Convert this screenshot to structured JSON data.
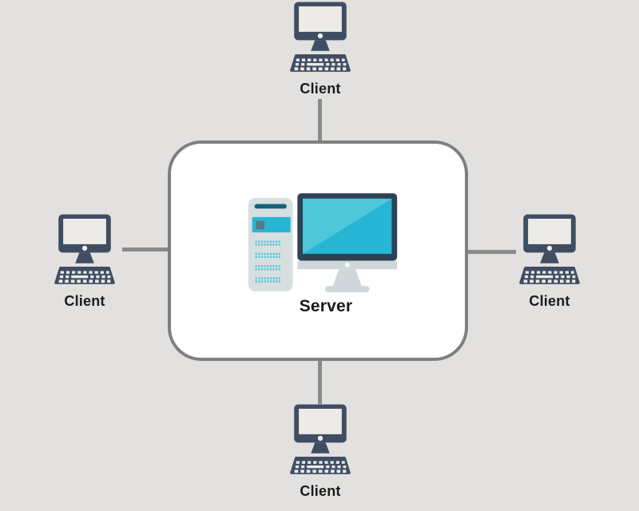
{
  "server": {
    "label": "Server",
    "icon": "server-tower-with-monitor-icon"
  },
  "clients": [
    {
      "position": "top",
      "label": "Client",
      "icon": "desktop-computer-icon"
    },
    {
      "position": "left",
      "label": "Client",
      "icon": "desktop-computer-icon"
    },
    {
      "position": "right",
      "label": "Client",
      "icon": "desktop-computer-icon"
    },
    {
      "position": "bottom",
      "label": "Client",
      "icon": "desktop-computer-icon"
    }
  ],
  "connections": [
    {
      "from": "client-top",
      "to": "server-box"
    },
    {
      "from": "client-left",
      "to": "server-box"
    },
    {
      "from": "client-right",
      "to": "server-box"
    },
    {
      "from": "client-bottom",
      "to": "server-box"
    }
  ],
  "colors": {
    "background": "#e2e1df",
    "connector": "#8a8a8a",
    "box_border": "#7f7f7f",
    "box_fill": "#ffffff",
    "label_text": "#1b1b1b",
    "client_slate": "#3f4d63",
    "client_screen": "#ecebe8",
    "server_tower_body": "#d8dfe1",
    "server_top_bar": "#17607a",
    "server_cyan": "#26b6d3",
    "server_cyan_light": "#4fc7db",
    "server_band_square": "#5a7886",
    "server_monitor_bezel": "#2e4254",
    "server_stand": "#cfd7da"
  }
}
